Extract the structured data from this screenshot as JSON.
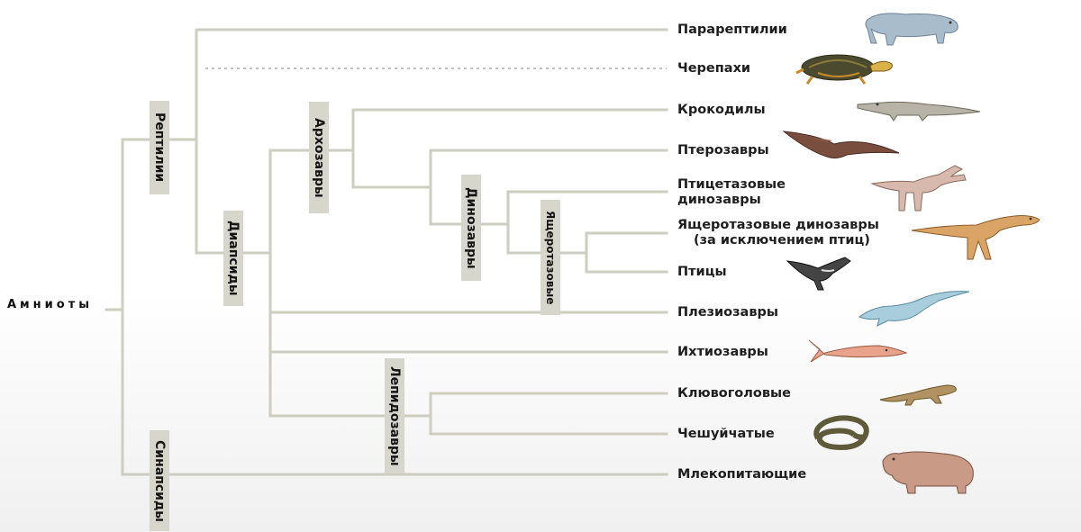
{
  "root_label": "Амниоты",
  "clades": {
    "reptiles": "Рептилии",
    "synapsids": "Синапсиды",
    "diapsids": "Диапсиды",
    "archosaurs": "Архозавры",
    "dinosaurs": "Динозавры",
    "saurischians": "Ящеротазовые",
    "lepidosaurs": "Лепидозавры"
  },
  "taxa": {
    "parareptiles": "Парарептилии",
    "turtles": "Черепахи",
    "crocodiles": "Крокодилы",
    "pterosaurs": "Птерозавры",
    "ornithischians_line1": "Птицетазовые",
    "ornithischians_line2": "динозавры",
    "saurischians_line1": "Ящеротазовые динозавры",
    "saurischians_line2": "(за исключением птиц)",
    "birds": "Птицы",
    "plesiosaurs": "Плезиозавры",
    "ichthyosaurs": "Ихтиозавры",
    "rhynchocephalians": "Клювоголовые",
    "squamates": "Чешуйчатые",
    "mammals": "Млекопитающие"
  },
  "colors": {
    "branch": "#cdcdc0",
    "clade_label_bg": "#d6d6cc",
    "text": "#1e1e1e"
  }
}
